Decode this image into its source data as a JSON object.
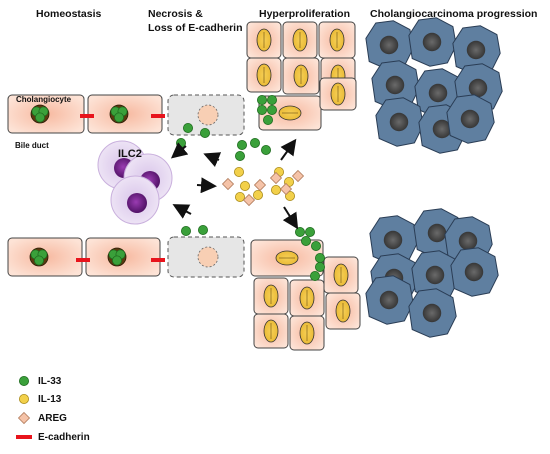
{
  "headers": {
    "homeostasis": "Homeostasis",
    "necrosis_line1": "Necrosis &",
    "necrosis_line2": "Loss of E-cadherin",
    "hyperproliferation": "Hyperproliferation",
    "cholangiocarcinoma": "Cholangiocarcinoma progression"
  },
  "labels": {
    "cholangiocyte": "Cholangiocyte",
    "bile_duct": "Bile duct",
    "ilc2": "ILC2"
  },
  "legend": [
    {
      "key": "il33",
      "label": "IL-33",
      "color": "#3aa03a"
    },
    {
      "key": "il13",
      "label": "IL-13",
      "color": "#f2d04a"
    },
    {
      "key": "areg",
      "label": "AREG",
      "color": "#f5c3a8"
    },
    {
      "key": "ecadherin",
      "label": "E-cadherin",
      "color": "#e8141c"
    }
  ],
  "colors": {
    "cell_fill": "#fbd9c9",
    "nucleus_brown": "#5a3a10",
    "necrotic_fill": "#e6e6e6",
    "ilc2_purple": "#6a1a80",
    "tumor_cell": "#5f7fa0",
    "tumor_nucleus": "#3a3a3a"
  }
}
